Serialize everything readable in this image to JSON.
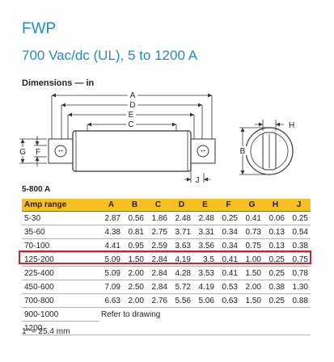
{
  "title": "FWP",
  "subtitle": "700 Vac/dc (UL), 5 to 1200 A",
  "dimensions_label": "Dimensions — in",
  "diagram": {
    "dims": [
      "A",
      "D",
      "E",
      "C",
      "G",
      "F",
      "J",
      "H",
      "B"
    ],
    "terminal_mark": "++"
  },
  "caption": "5-800 A",
  "table": {
    "headers": [
      "Amp range",
      "A",
      "B",
      "C",
      "D",
      "E",
      "F",
      "G",
      "H",
      "J"
    ],
    "rows": [
      [
        "5-30",
        "2.87",
        "0.56",
        "1.86",
        "2.48",
        "2.48",
        "0.25",
        "0.41",
        "0.06",
        "0.25"
      ],
      [
        "35-60",
        "4.38",
        "0.81",
        "2.75",
        "3.71",
        "3.31",
        "0.34",
        "0.73",
        "0.13",
        "0.54"
      ],
      [
        "70-100",
        "4.41",
        "0.95",
        "2.59",
        "3.63",
        "3.56",
        "0.34",
        "0.75",
        "0.13",
        "0.38"
      ],
      [
        "125-200",
        "5.09",
        "1.50",
        "2.84",
        "4.19",
        "3.5",
        "0.41",
        "1.00",
        "0.25",
        "0.75"
      ],
      [
        "225-400",
        "5.09",
        "2.00",
        "2.84",
        "4.28",
        "3.53",
        "0.41",
        "1.50",
        "0.25",
        "0.78"
      ],
      [
        "450-600",
        "7.09",
        "2.50",
        "2.84",
        "5.72",
        "4.19",
        "0.53",
        "2.00",
        "0.38",
        "1.30"
      ],
      [
        "700-800",
        "6.63",
        "2.00",
        "2.76",
        "5.56",
        "5.06",
        "0.63",
        "1.50",
        "0.25",
        "0.88"
      ]
    ],
    "extra_rows": [
      "900-1000",
      "1200"
    ],
    "refer_text": "Refer to drawing",
    "highlight_row": "125-200"
  },
  "footnote": "1\" = 25.4 mm",
  "colors": {
    "title": "#1c8bc9",
    "header_bg": "#f5c020",
    "highlight": "#d4202a"
  }
}
